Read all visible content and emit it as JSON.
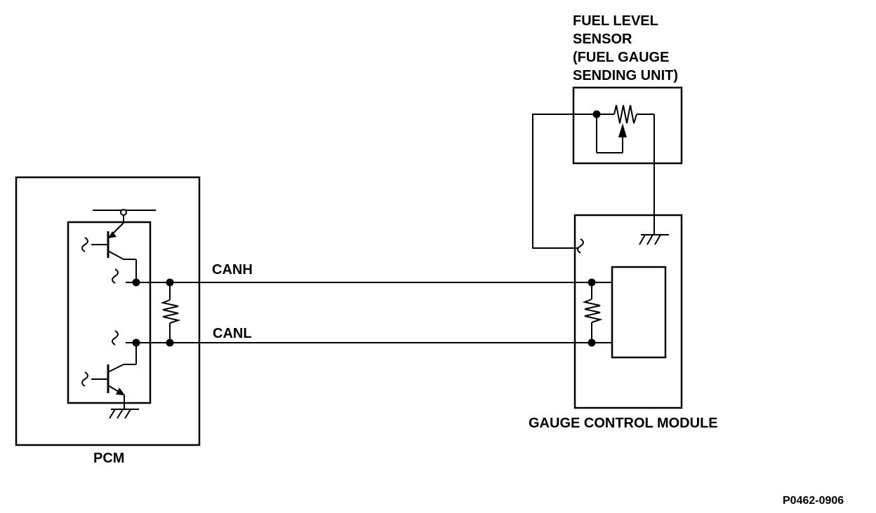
{
  "labels": {
    "sensor_line1": "FUEL LEVEL",
    "sensor_line2": "SENSOR",
    "sensor_line3": "(FUEL GAUGE",
    "sensor_line4": "SENDING UNIT)",
    "canh": "CANH",
    "canl": "CANL",
    "gcm": "GAUGE CONTROL MODULE",
    "pcm": "PCM",
    "figure_id": "P0462-0906"
  }
}
